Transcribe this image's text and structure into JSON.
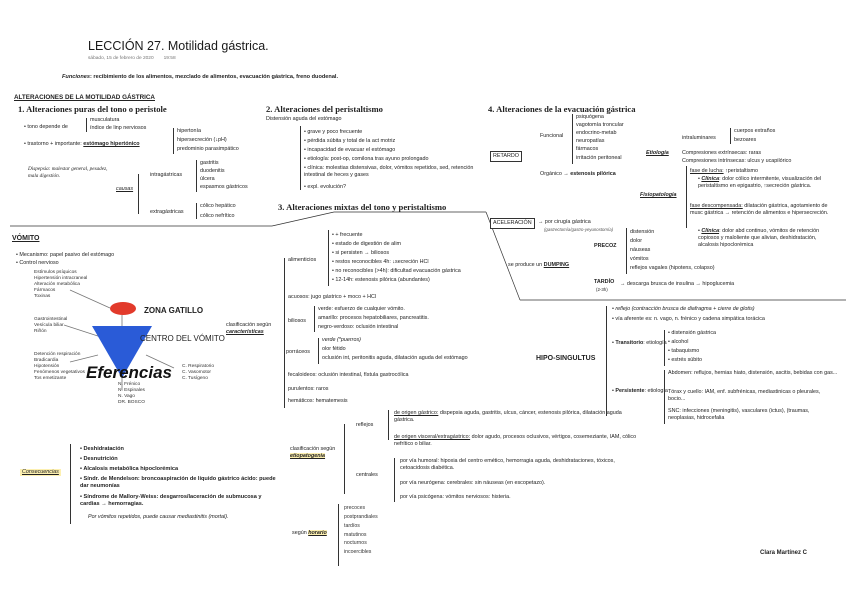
{
  "header": {
    "title": "LECCIÓN 27. Motilidad gástrica.",
    "date": "sábado, 15 de febrero de 2020",
    "time": "19:58",
    "funciones_label": "Funciones",
    "funciones_text": ": recibimiento de los alimentos, mezclado de alimentos, evacuación gástrica, freno duodenal."
  },
  "left_col": {
    "section_title": "ALTERACIONES DE LA MOTILIDAD GÁSTRICA",
    "s1_title": "1. Alteraciones puras del tono o peristole",
    "s1_tono": "tono depende de",
    "s1_tono_items": [
      "musculatura",
      "índice de linp nerviosos"
    ],
    "s1_trastorno": "trastorno + importante:",
    "s1_trastorno_bold": "estómago hipertónico",
    "s1_hiper_items": [
      "hipertonía",
      "hipersecreción (↓pH)",
      "predominio parasimpático"
    ],
    "s1_dispepsia": "Dispepsia: malestar general, pesadez, mala digestión.",
    "s1_causas": "causas",
    "s1_intra": "intragástricas",
    "s1_intra_items": [
      "gastritis",
      "duodenitis",
      "úlcera",
      "espasmos gástricos"
    ],
    "s1_extra": "extragástricas",
    "s1_extra_items": [
      "cólico hepático",
      "cólico nefrítico"
    ],
    "vomito_title": "VÓMITO",
    "vomito_items": [
      "Mecanismo: papel pasivo del estómago",
      "Control nervioso"
    ],
    "diagram_top_labels": [
      "Estímulos psíquicos",
      "Hipertensión intracraneal",
      "Alteración metabólica",
      "Fármacos",
      "Toxinas"
    ],
    "diagram_mid_labels": [
      "Gastrointestinal",
      "Vesícula biliar",
      "Riñón"
    ],
    "zona_gatillo": "ZONA GATILLO",
    "centro_vomito": "CENTRO DEL VÓMITO",
    "diagram_left_effects": [
      "Detención respiración",
      "Bradicardia",
      "Hipotensión",
      "Fenómenos vegetativos",
      "Tos emetizante"
    ],
    "eferencias": "Eferencias",
    "eferencias_nerves": [
      "N. Frénico",
      "N. Espinales",
      "N. Vago",
      "DR. BOSCO"
    ],
    "diagram_right_effects": [
      "C. Respiratorio",
      "C. Vasomotor",
      "C. Tusígeno"
    ],
    "consecuencias_label": "Consecuencias",
    "consecuencias": [
      "Deshidratación",
      "Desnutrición",
      "Alcalosis metabólica hipoclorémica",
      "Síndr. de Mendelson: broncoaspiración de líquido gástrico ácido: puede dar neumonías",
      "Síndrome de Mallory-Weiss: desgarros/laceración de submucosa y cardias → hemorragias."
    ],
    "consecuencias_note": "Por vómitos repetidos, puede causar mediastinitis (mortal)."
  },
  "mid_col": {
    "s2_title": "2. Alteraciones del peristaltismo",
    "s2_sub": "Distensión aguda del estómago",
    "s2_items": [
      "grave y poco frecuente",
      "pérdida súbita y total de la act motriz",
      "incapacidad de evacuar el estómago",
      "etiología: post-op, comilona tras ayuno prolongado",
      "clínica: molestias distensivas, dolor, vómitos repetidos, sed, retención intestinal de heces y gases",
      "expl. evolución?"
    ],
    "s3_title": "3. Alteraciones mixtas del tono y peristaltismo",
    "alimenticios": "alimenticios",
    "alimenticios_items": [
      "+ frecuente",
      "estado de digestión de alim",
      "si persisten → biliosos",
      "restos reconocibles 4h: ↓secreción HCl",
      "no reconocibles (>4h): dificultad evacuación gástrica",
      "12-14h: estenosis pilórica (abundantes)"
    ],
    "acuosos": "acuosos: jugo gástrico + moco + HCl",
    "biliosos": "biliosos",
    "biliosos_items": [
      "verde: esfuerzo de cualquier vómito.",
      "amarillo: procesos hepatobiliares, pancreatitis.",
      "negro-verdoso: oclusión intestinal"
    ],
    "clasif_caract": "clasificación según",
    "caracteristicas": "características",
    "porraceos": "porráceos",
    "porraceos_items": [
      "verde (*puerros)",
      "olor fétido",
      "oclusión int, peritonitis aguda, dilatación aguda del estómago"
    ],
    "fecaloideos": "fecaloideos: oclusión intestinal, fístula gastrocólica",
    "purulentos": "purulentos: raros",
    "hematicos": "hemáticos: hematemesis",
    "reflejos": "reflejos",
    "reflejos_gastrico_lbl": "de origen gástrico:",
    "reflejos_gastrico": "dispepsia aguda, gastritis, ulcus, cáncer, estenosis pilórica, dilatación aguda gástrica.",
    "reflejos_visceral_lbl": "de origen visceral/extragástrico:",
    "reflejos_visceral": "dolor agudo, procesos oclusivos, vértigos, cosemeziante, IAM, cólico nefrítico o biliar.",
    "clasif_etio": "clasificación según",
    "etiopatogenia": "etiopatogenia",
    "centrales": "centrales",
    "centrales_items": [
      "por vía humoral: hipoxia del centro emético, hemorragia aguda, deshidrataciones, tóxicos, cetoacidosis diabética.",
      "por vía neurógena: cerebrales: sin náuseas (en escopetazo).",
      "por vía psicógena: vómitos nerviosos: histeria."
    ],
    "segun": "según",
    "horario": "horario",
    "horario_items": [
      "precoces",
      "postprandiales",
      "tardíos",
      "matutinos",
      "nocturnos",
      "incoercibles"
    ]
  },
  "right_col": {
    "s4_title": "4. Alteraciones de la evacuación gástrica",
    "funcional": "Funcional",
    "funcional_items": [
      "psiquógena",
      "vagotomía troncular",
      "endocrino-metab",
      "neuropatías",
      "fármacos",
      "irritación peritoneal"
    ],
    "retardo": "RETARDO",
    "organico": "Orgánico",
    "estenosis": "estenosis pilórica",
    "etiologia": "Etiología",
    "intraluminares": "intraluminares",
    "intraluminares_items": [
      "cuerpos extraños",
      "bezoares"
    ],
    "compresiones_ext": "Compresiones extrínsecas: raras",
    "compresiones_int": "Compresiones intrínsecas: ulcus y ucapilórico",
    "fisiopatologia": "Fisiopatología",
    "fase_lucha": "fase de lucha:",
    "fase_lucha_item": "↑peristaltismo",
    "clinica_lbl": "Clínica",
    "clinica_lucha": ": dolor cólico intermitente, visualización del peristaltismo en epigastrio, ↑secreción gástrica.",
    "fase_descomp": "fase descompensada:",
    "fase_descomp_text": "dilatación gástrica, agotamiento de musc gástrica → retención de alimentos e hipersecreción.",
    "clinica_descomp": ": dolor abd continuo, vómitos de retención copiosos y maloliente que alivian, deshidratación, alcalosis hipoclorémica",
    "aceleracion": "ACELERACIÓN",
    "aceleracion_item": "por cirugía gástrica",
    "aceleracion_note": "(gastrectomía/gastro-yeyunostomía)",
    "se_produce": "se produce un",
    "dumping": "DUMPING",
    "precoz": "PRECOZ",
    "precoz_items": [
      "distensión",
      "dolor",
      "náuseas",
      "vómitos",
      "reflejos vagales (hipotens, colapso)"
    ],
    "tardio": "TARDÍO",
    "tardio_note": "(2-3h)",
    "tardio_item": "descarga brusca de insulina → hipoglucemia",
    "hipo_title": "HIPO-SINGULTUS",
    "hipo_items": [
      "reflejo (contracción brusca de diafragma + cierre de glotis)",
      "vía aferente es: n. vago, n. frénico y cadena simpática torácica"
    ],
    "transitorio": "Transitorio",
    "transitorio_etio": ": etiología",
    "transitorio_items": [
      "distensión gástrica",
      "alcohol",
      "tabaquismo",
      "estrés súbito"
    ],
    "persistente": "Persistente",
    "persistente_etio": ": etiología",
    "persistente_items": [
      "Abdomen: reflujos, hernias hiato, distensión, ascitis, bebidas con gas...",
      "Tórax y cuello: IAM, enf. subfrénicas, mediastinicas o pleurales, bocio...",
      "SNC: infecciones (meningitis), vasculares (ictus), (traumas, neoplasias, hidrocefalia"
    ],
    "author": "Clara Martínez C"
  }
}
